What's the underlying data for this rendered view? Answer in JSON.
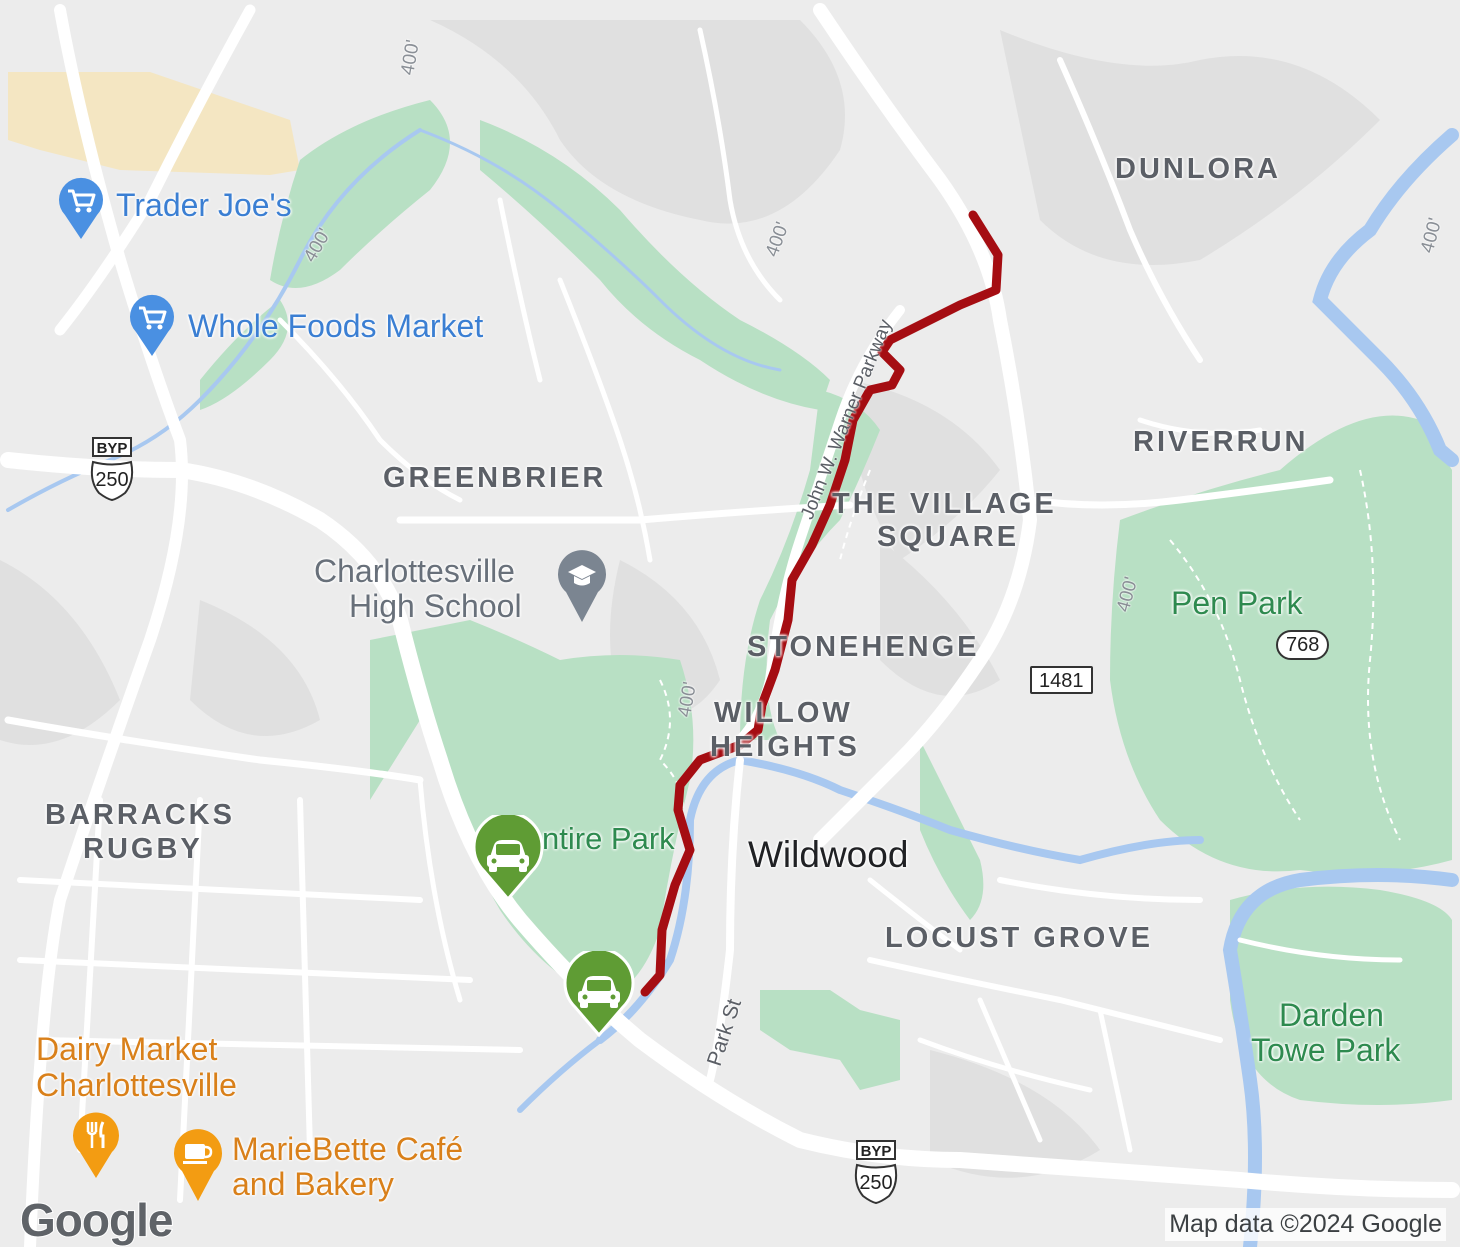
{
  "map": {
    "neighborhoods": {
      "dunlora": "DUNLORA",
      "riverrun": "RIVERRUN",
      "greenbrier": "GREENBRIER",
      "village_square_1": "THE VILLAGE",
      "village_square_2": "SQUARE",
      "stonehenge": "STONEHENGE",
      "willow_heights_1": "WILLOW",
      "willow_heights_2": "HEIGHTS",
      "barracks_rugby_1": "BARRACKS",
      "barracks_rugby_2": "RUGBY",
      "locust_grove": "LOCUST GROVE"
    },
    "places": {
      "trader_joes": "Trader Joe's",
      "whole_foods": "Whole Foods Market",
      "school_1": "Charlottesville",
      "school_2": "High School",
      "pen_park": "Pen Park",
      "mcintire_park": "ntire Park",
      "darden_1": "Darden",
      "darden_2": "Towe Park",
      "dairy_1": "Dairy Market",
      "dairy_2": "Charlottesville",
      "mariebette_1": "MarieBette Café",
      "mariebette_2": "and Bakery",
      "wildwood": "Wildwood"
    },
    "roads": {
      "parkway": "John W. Warner Parkway",
      "park_st": "Park St"
    },
    "shields": {
      "byp_label": "BYP",
      "us250_top": "250",
      "us250_bottom": "250",
      "state_1481": "1481",
      "county_768": "768"
    },
    "contours": {
      "c1": "400'",
      "c2": "400'",
      "c3": "400'",
      "c4": "400'",
      "c5": "400'",
      "c6": "400'"
    },
    "route_color": "#a50d12",
    "park_color": "#b6e0c2",
    "water_color": "#a8c8f0",
    "icons": [
      "shopping-cart-icon",
      "school-icon",
      "car-icon",
      "restaurant-icon",
      "cafe-icon"
    ]
  },
  "footer": {
    "logo": "Google",
    "attribution": "Map data ©2024 Google"
  }
}
